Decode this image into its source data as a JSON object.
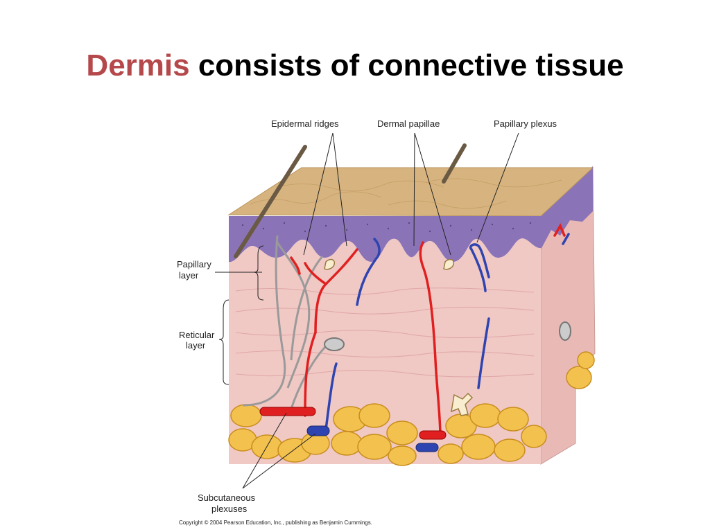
{
  "title": {
    "highlight": "Dermis",
    "rest": " consists of connective tissue"
  },
  "labels": {
    "epidermal_ridges": "Epidermal ridges",
    "dermal_papillae": "Dermal papillae",
    "papillary_plexus": "Papillary plexus",
    "papillary_layer_1": "Papillary",
    "papillary_layer_2": "layer",
    "reticular_layer_1": "Reticular",
    "reticular_layer_2": "layer",
    "subcutaneous_1": "Subcutaneous",
    "subcutaneous_2": "plexuses"
  },
  "copyright": "Copyright © 2004 Pearson Education, Inc., publishing as Benjamin Cummings.",
  "colors": {
    "accent": "#b5484a",
    "epidermis_top": "#d7b47f",
    "epidermis_purple": "#8b73b8",
    "dermis": "#f0c8c4",
    "fat": "#f2c14e",
    "artery": "#e02020",
    "vein": "#2e44b0",
    "nerve": "#9a9a9a"
  }
}
